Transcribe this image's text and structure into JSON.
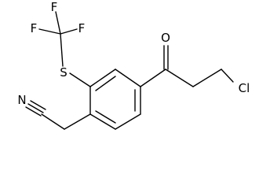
{
  "molecule": {
    "atoms": {
      "F1": "F",
      "F2": "F",
      "F3": "F",
      "S": "S",
      "O": "O",
      "Cl": "Cl",
      "N": "N"
    }
  }
}
